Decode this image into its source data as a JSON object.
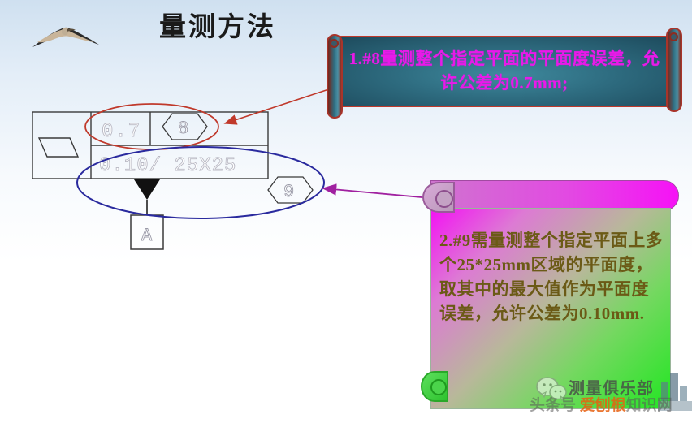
{
  "slide": {
    "title": "量测方法",
    "background_top_color": "#cfe0f0",
    "background_bottom_color": "#ffffff"
  },
  "decorations": {
    "seagull": "seagull-icon"
  },
  "drawing": {
    "name": "gdt-feature-control-frame",
    "symbol": "flatness-symbol",
    "rows": [
      {
        "tolerance": "0.7",
        "balloon": "8"
      },
      {
        "tolerance": "0.10/ 25X25",
        "balloon": "9"
      }
    ],
    "datum": "A",
    "highlight_ellipse_top_color": "#c0392b",
    "highlight_ellipse_bottom_color": "#2a2a9e"
  },
  "callouts": [
    {
      "id": "callout-1",
      "text": "1.#8量测整个指定平面的平面度误差，允许公差为0.7mm;",
      "text_color": "#e81ae8",
      "fill_color": "#2e6c80",
      "border_color": "#c0392b",
      "arrow_color": "#c0392b"
    },
    {
      "id": "callout-2",
      "text": "2.#9需量测整个指定平面上多个25*25mm区域的平面度，取其中的最大值作为平面度误差，允许公差为0.10mm.",
      "text_color": "#6b5a16",
      "fill_start_color": "#f312f3",
      "fill_end_color": "#22e622",
      "header_color": "#f612f6",
      "arrow_color": "#a020a0"
    }
  ],
  "watermark": {
    "line1": "测量俱乐部",
    "line2_prefix": "头条号 ",
    "line2_highlight": "爱刨根",
    "line2_suffix": "知识网",
    "wechat_icon": "wechat-icon",
    "city_icon": "city-skyline-icon"
  }
}
